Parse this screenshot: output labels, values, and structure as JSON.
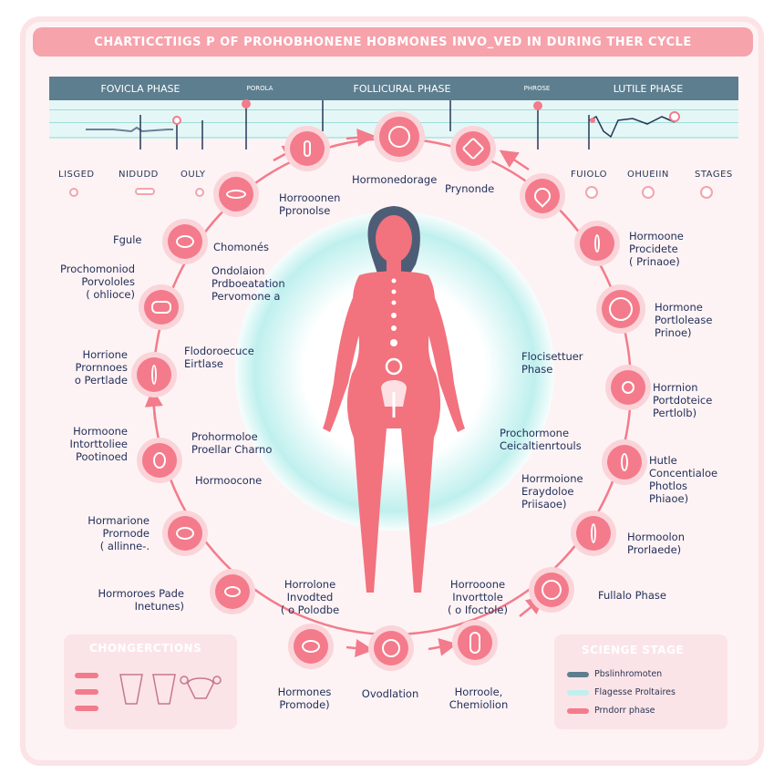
{
  "title": "CHARTICCTIIGS P OF PROHOBHONENE HOBMONES INVO_VED IN DURING THER CYCLE",
  "timeline": {
    "segments": [
      "FOVICLA PHASE",
      "FOLLICURAL PHASE",
      "LUTILE PHASE"
    ],
    "small_labels": [
      "POROLA",
      "PHROSE"
    ],
    "left_ticks": [
      "LISGED",
      "NIDUDD",
      "OULY"
    ],
    "right_ticks": [
      "FUIOLO",
      "OHUEIIN",
      "STAGES"
    ]
  },
  "labels": {
    "top_center": "Hormonedorage",
    "top_right": "Prynonde",
    "upper_left": "Horrooonen\nPpronolse",
    "fgule": "Fgule",
    "chomones": "Chomonés",
    "ovulation_prob": "Ondolaion\nPrdboeatation\nPervomone a",
    "left1": "Prochomoniod\nPorvololes\n( ohlioce)",
    "left2": "Horrione\nPrornnoes\no Pertlade",
    "center_left1": "Flodoroecuce\nEirtlase",
    "left3": "Hormoone\nIntorttoliee\nPootinoed",
    "center_left2": "Prohormoloe\nProellar Charno",
    "center_left3": "Hormoocone",
    "left4": "Hormarione\nPrornode\n( allinne-.",
    "left5": "Hormoroes Pade\nInetunes)",
    "bottom1": "Horrolone\nInvodted\n( o Polodbe",
    "bottom2": "Horrooone\nInvorttole\n( o Ifoctole)",
    "bottom_left": "Hormones\nPromode)",
    "bottom_center": "Ovodlation",
    "bottom_right": "Horroole,\nChemiolion",
    "right1": "Hormoone\nProcidete\n( Prinaoe)",
    "right2": "Hormone\nPortlolease\nPrinoe)",
    "center_right1": "Flocisettuer\nPhase",
    "right3": "Horrnion\nPortdoteice\nPertlolb)",
    "center_right2": "Prochormone\nCeicaltienrtouls",
    "center_right3": "Horrmoione\nEraydoloe\nPriisaoe)",
    "right4": "Hutle\nConcentialoe\nPhotlos\nPhiaoe)",
    "right5": "Hormoolon\nProrlaede)",
    "right6": "Fullalo Phase"
  },
  "left_panel": {
    "title": "CHONGERCTIONS"
  },
  "legend": {
    "title": "SCIENGE STAGE",
    "items": [
      "Pbslinhromoten",
      "Flagesse Proltaires",
      "Prndorr phase"
    ],
    "colors": [
      "#5d7e8f",
      "#bff0ee",
      "#f47b8b"
    ]
  }
}
